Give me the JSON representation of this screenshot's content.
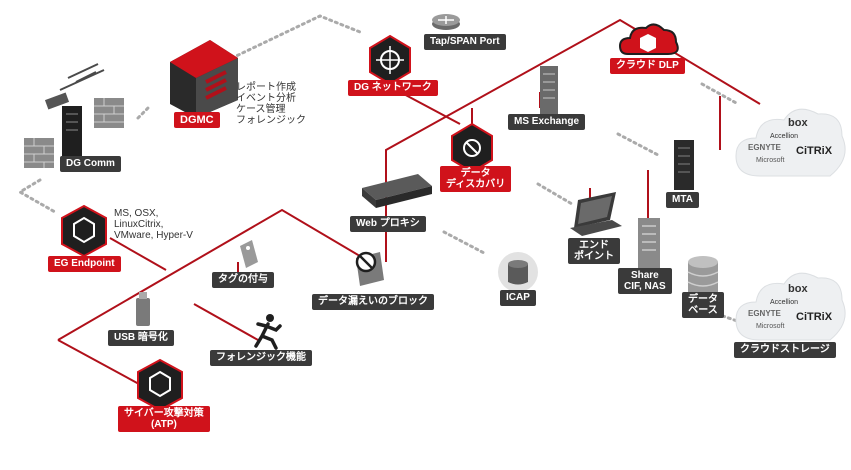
{
  "colors": {
    "accent_red": "#d0121b",
    "label_dark": "#3a3a3a",
    "network_line": "#b0101a",
    "dotted_link": "#aaaaaa",
    "server_gray": "#666666",
    "cloud_fill": "#eef0f2"
  },
  "labels": {
    "tap": "Tap/SPAN Port",
    "cloud_dlp": "クラウド DLP",
    "dg_network": "DG ネットワーク",
    "dgmc": "DGMC",
    "dg_comm": "DG Comm",
    "ms_exchange": "MS Exchange",
    "discovery_1": "データ",
    "discovery_2": "ディスカバリ",
    "mta": "MTA",
    "web_proxy": "Web プロキシ",
    "eg_endpoint": "EG Endpoint",
    "endpoint_1": "エンド",
    "endpoint_2": "ポイント",
    "share_1": "Share",
    "share_2": "CIF, NAS",
    "database_1": "データ",
    "database_2": "ベース",
    "icap": "ICAP",
    "tagging": "タグの付与",
    "block": "データ漏えいのブロック",
    "usb": "USB 暗号化",
    "forensic": "フォレンジック機能",
    "atp_1": "サイバー攻撃対策",
    "atp_2": "(ATP)",
    "cloud_storage": "クラウドストレージ"
  },
  "dgmc_features": [
    "レポート作成",
    "イベント分析",
    "ケース管理",
    "フォレンジック"
  ],
  "endpoint_os": [
    "MS, OSX,",
    "LinuxCitrix,",
    "VMware, Hyper-V"
  ],
  "cloud_vendors": {
    "box": "box",
    "accellion": "Accellion",
    "egnyte": "EGNYTE",
    "citrix": "CiTRiX",
    "microsoft": "Microsoft"
  },
  "icons": {
    "shield": "hexagon-shield-icon",
    "cloud": "cloud-icon",
    "server": "server-rack-icon",
    "firewall": "brick-wall-icon",
    "router": "router-icon",
    "laptop": "laptop-icon",
    "database": "database-icon",
    "usb": "usb-drive-icon",
    "runner": "running-person-icon",
    "tag": "tag-icon",
    "block": "block-icon",
    "satellite": "satellite-icon"
  }
}
